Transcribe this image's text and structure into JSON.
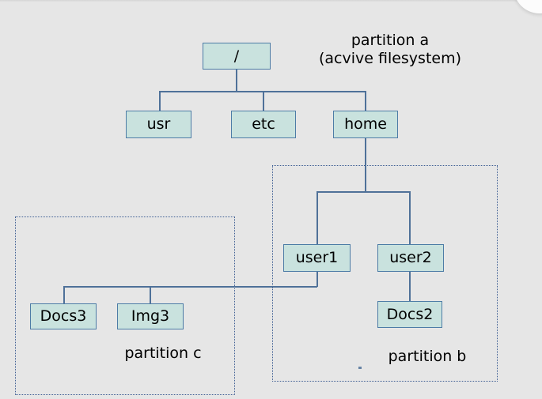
{
  "diagram": {
    "type": "filesystem-partition-tree",
    "partitions": {
      "a": {
        "line1": "partition a",
        "line2": "(acvive filesystem)",
        "contains": [
          "/",
          "usr",
          "etc",
          "home"
        ]
      },
      "b": {
        "label": "partition b",
        "contains": [
          "user1",
          "user2",
          "Docs2"
        ]
      },
      "c": {
        "label": "partition c",
        "contains": [
          "Docs3",
          "Img3"
        ]
      }
    },
    "nodes": {
      "root": {
        "label": "/"
      },
      "usr": {
        "label": "usr"
      },
      "etc": {
        "label": "etc"
      },
      "home": {
        "label": "home"
      },
      "user1": {
        "label": "user1"
      },
      "user2": {
        "label": "user2"
      },
      "docs2": {
        "label": "Docs2"
      },
      "docs3": {
        "label": "Docs3"
      },
      "img3": {
        "label": "Img3"
      }
    },
    "edges": [
      {
        "from": "/",
        "to": "usr"
      },
      {
        "from": "/",
        "to": "etc"
      },
      {
        "from": "/",
        "to": "home"
      },
      {
        "from": "home",
        "to": "user1"
      },
      {
        "from": "home",
        "to": "user2"
      },
      {
        "from": "user1",
        "to": "Docs3"
      },
      {
        "from": "user1",
        "to": "Img3"
      },
      {
        "from": "user2",
        "to": "Docs2"
      }
    ],
    "colors": {
      "background": "#e6e6e6",
      "node-fill": "#c9e2de",
      "node-border": "#4d7ca6",
      "line": "#4f7199",
      "dotted": "#3f5f94",
      "text": "#000000"
    }
  }
}
